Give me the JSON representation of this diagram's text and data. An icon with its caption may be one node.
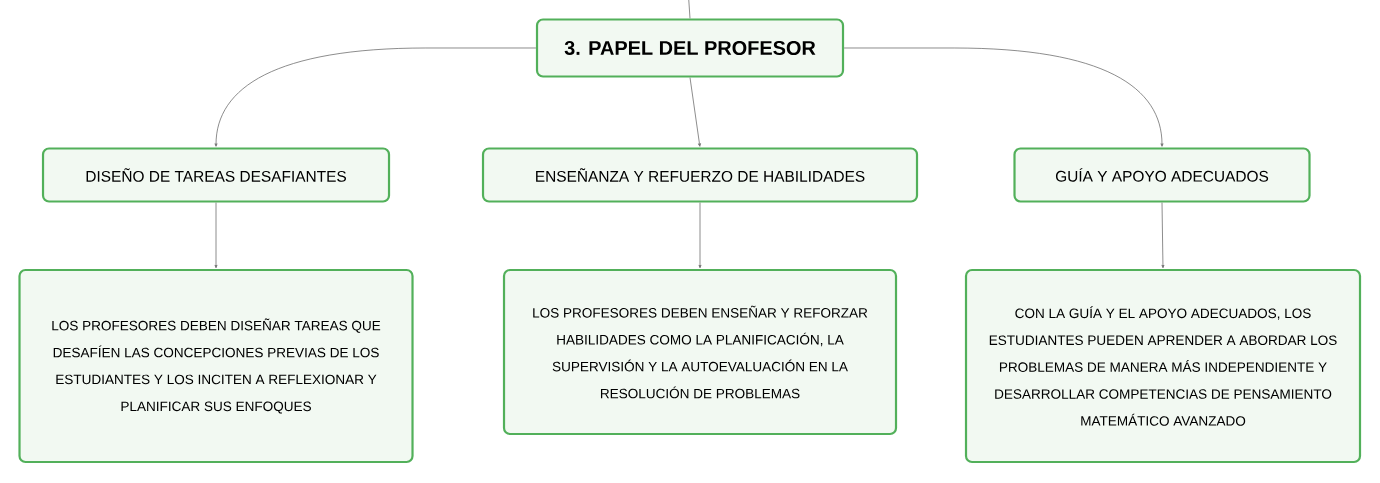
{
  "diagram": {
    "nodes": [
      {
        "text": [
          "3. PAPEL DEL PROFESOR"
        ]
      },
      {
        "text": [
          "DISEÑO DE TAREAS DESAFIANTES"
        ]
      },
      {
        "text": [
          "ENSEÑANZA Y REFUERZO DE HABILIDADES"
        ]
      },
      {
        "text": [
          "GUÍA Y APOYO ADECUADOS"
        ]
      },
      {
        "text": [
          "LOS PROFESORES DEBEN DISEÑAR TAREAS QUE DESAFÍEN LAS CONCEPCIONES PREVIAS DE LOS ESTUDIANTES Y LOS INCITEN A REFLEXIONAR Y PLANIFICAR SUS ENFOQUES"
        ]
      },
      {
        "text": [
          "LOS PROFESORES DEBEN ENSEÑAR Y REFORZAR HABILIDADES COMO LA PLANIFICACIÓN, LA SUPERVISIÓN Y LA AUTOEVALUACIÓN EN LA RESOLUCIÓN DE PROBLEMAS"
        ]
      },
      {
        "text": [
          "CON LA GUÍA Y EL APOYO ADECUADOS, LOS ESTUDIANTES PUEDEN APRENDER A ABORDAR LOS PROBLEMAS DE MANERA MÁS INDEPENDIENTE Y DESARROLLAR COMPETENCIAS DE PENSAMIENTO MATEMÁTICO AVANZADO"
        ]
      }
    ],
    "edges": [
      {
        "from": null,
        "to": 0,
        "arrow": "none"
      },
      {
        "from": 0,
        "to": 1,
        "arrow": "to"
      },
      {
        "from": 0,
        "to": 2,
        "arrow": "to"
      },
      {
        "from": 0,
        "to": 3,
        "arrow": "to"
      },
      {
        "from": 1,
        "to": 4,
        "arrow": "to"
      },
      {
        "from": 2,
        "to": 5,
        "arrow": "to"
      },
      {
        "from": 3,
        "to": 6,
        "arrow": "to"
      }
    ]
  }
}
